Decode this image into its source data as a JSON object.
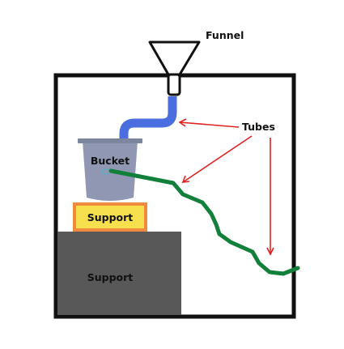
{
  "labels": {
    "funnel": "Funnel",
    "tubes": "Tubes",
    "bucket": "Bucket",
    "support_small": "Support",
    "support_large": "Support"
  },
  "colors": {
    "frame": "#111111",
    "funnel_stroke": "#111111",
    "tube_blue": "#4a6de0",
    "tube_green": "#12803a",
    "bucket_fill": "#8f97b2",
    "bucket_rim": "#7d869f",
    "support_small_fill": "#f6e04e",
    "support_small_border": "#f08a3c",
    "support_large_fill": "#585858",
    "arrow": "#e02020"
  }
}
